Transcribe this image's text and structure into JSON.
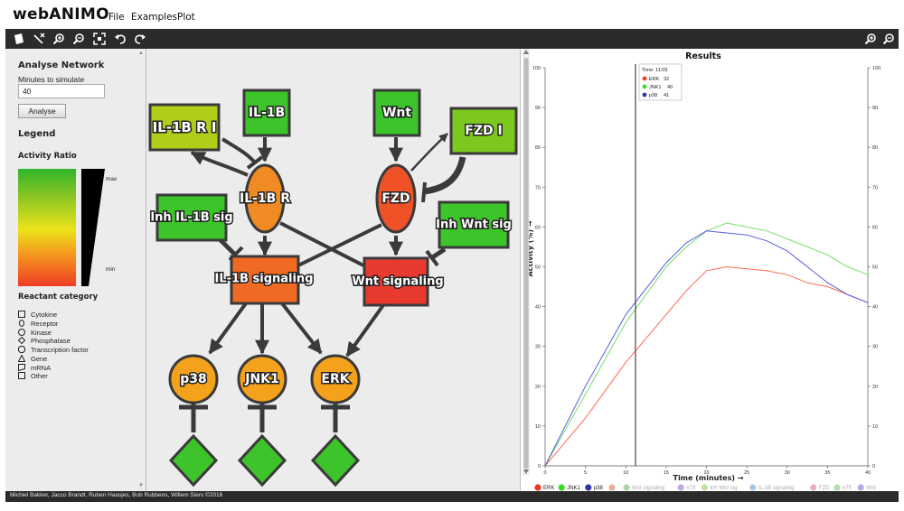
{
  "app": {
    "name": "webANIMO",
    "menus": [
      "File",
      "Examples",
      "Plot"
    ]
  },
  "toolbar": {
    "tools": [
      "new-node-icon",
      "new-edge-icon",
      "zoom-in-icon",
      "zoom-out-icon",
      "fit-icon",
      "undo-icon",
      "redo-icon"
    ],
    "right_tools": [
      "zoom-in-icon",
      "zoom-out-icon"
    ]
  },
  "left_panel": {
    "analyse_title": "Analyse Network",
    "minutes_label": "Minutes to simulate",
    "minutes_value": "40",
    "analyse_button": "Analyse",
    "legend_title": "Legend",
    "activity_ratio_title": "Activity Ratio",
    "ratio_max": "max",
    "ratio_min": "min",
    "reactant_category_title": "Reactant category",
    "categories": [
      {
        "label": "Cytokine",
        "icon": "square-icon"
      },
      {
        "label": "Receptor",
        "icon": "ellipse-icon"
      },
      {
        "label": "Kinase",
        "icon": "circle-icon"
      },
      {
        "label": "Phosphatase",
        "icon": "diamond-icon"
      },
      {
        "label": "Transcription factor",
        "icon": "octagon-icon"
      },
      {
        "label": "Gene",
        "icon": "triangle-icon"
      },
      {
        "label": "mRNA",
        "icon": "parallelogram-icon"
      },
      {
        "label": "Other",
        "icon": "square-icon"
      }
    ]
  },
  "network": {
    "nodes": [
      {
        "id": "il1b-r-i",
        "label": "IL-1B R I",
        "shape": "rect",
        "color": "#b2cc1a"
      },
      {
        "id": "il1b",
        "label": "IL-1B",
        "shape": "rect",
        "color": "#3cc42a"
      },
      {
        "id": "wnt",
        "label": "Wnt",
        "shape": "rect",
        "color": "#3cc42a"
      },
      {
        "id": "fzd-i",
        "label": "FZD I",
        "shape": "rect",
        "color": "#7cc81e"
      },
      {
        "id": "inh-il1b-sig",
        "label": "Inh IL-1B sig",
        "shape": "rect",
        "color": "#3cc42a"
      },
      {
        "id": "il1b-r",
        "label": "IL-1B R",
        "shape": "ellipse",
        "color": "#f08a22"
      },
      {
        "id": "fzd",
        "label": "FZD",
        "shape": "ellipse",
        "color": "#ee5226"
      },
      {
        "id": "inh-wnt-sig",
        "label": "Inh Wnt sig",
        "shape": "rect",
        "color": "#3cc42a"
      },
      {
        "id": "il1b-signaling",
        "label": "IL-1B signaling",
        "shape": "rect",
        "color": "#f06a23"
      },
      {
        "id": "wnt-signaling",
        "label": "Wnt signaling",
        "shape": "rect",
        "color": "#e93a2f"
      },
      {
        "id": "p38",
        "label": "p38",
        "shape": "circle",
        "color": "#f4a21c"
      },
      {
        "id": "jnk1",
        "label": "JNK1",
        "shape": "circle",
        "color": "#f4a21c"
      },
      {
        "id": "erk",
        "label": "ERK",
        "shape": "circle",
        "color": "#f4a21c"
      },
      {
        "id": "gene-1",
        "label": "",
        "shape": "diamond",
        "color": "#3cc42a"
      },
      {
        "id": "gene-2",
        "label": "",
        "shape": "diamond",
        "color": "#3cc42a"
      },
      {
        "id": "gene-3",
        "label": "",
        "shape": "diamond",
        "color": "#3cc42a"
      }
    ]
  },
  "results": {
    "title": "Results",
    "tooltip_time": "Time: 11:09",
    "tooltip_items": [
      {
        "label": "ERK",
        "value": "32",
        "color": "#ff3a1f"
      },
      {
        "label": "JNK1",
        "value": "40",
        "color": "#33dd33"
      },
      {
        "label": "p38",
        "value": "41",
        "color": "#3333aa"
      }
    ]
  },
  "chart_data": {
    "type": "line",
    "title": "Results",
    "xlabel": "Time (minutes) →",
    "ylabel": "Activity (%) →",
    "xlim": [
      0,
      40
    ],
    "ylim": [
      0,
      100
    ],
    "xticks": [
      0,
      5,
      10,
      15,
      20,
      25,
      30,
      35,
      40
    ],
    "yticks": [
      0,
      10,
      20,
      30,
      40,
      50,
      60,
      70,
      80,
      90,
      100
    ],
    "grid": false,
    "cursor_x": 11.2,
    "series": [
      {
        "name": "ERK",
        "color": "#ff6a50",
        "x": [
          0,
          5,
          10,
          15,
          17.5,
          20,
          22.5,
          25,
          27.5,
          30,
          32.5,
          35,
          37.5,
          40
        ],
        "y": [
          0,
          12,
          26,
          38,
          44,
          49,
          50,
          49.5,
          49,
          48,
          46,
          45,
          43,
          41
        ]
      },
      {
        "name": "JNK1",
        "color": "#77e066",
        "x": [
          0,
          5,
          10,
          15,
          17.5,
          20,
          22.5,
          25,
          27.5,
          30,
          32.5,
          35,
          37.5,
          40
        ],
        "y": [
          0,
          18,
          36,
          50,
          55,
          59,
          61,
          60,
          59,
          57,
          55,
          53,
          50,
          48
        ]
      },
      {
        "name": "p38",
        "color": "#5a5ae0",
        "x": [
          0,
          5,
          10,
          15,
          17.5,
          20,
          22.5,
          25,
          27.5,
          30,
          32.5,
          35,
          37.5,
          40
        ],
        "y": [
          0,
          20,
          38,
          51,
          56,
          59,
          58.5,
          58,
          56.5,
          54,
          50,
          46,
          43,
          41
        ]
      }
    ],
    "legend": [
      {
        "name": "ERK",
        "color": "#ee3322",
        "active": true
      },
      {
        "name": "JNK1",
        "color": "#33dd22",
        "active": true
      },
      {
        "name": "p38",
        "color": "#3333aa",
        "active": true
      },
      {
        "name": "",
        "color": "#e8b090",
        "active": false
      },
      {
        "name": "Wnt signaling",
        "color": "#a8d8a8",
        "active": false
      },
      {
        "name": "n73",
        "color": "#c0a8e0",
        "active": false
      },
      {
        "name": "Inh Wnt sig",
        "color": "#c0e0a0",
        "active": false
      },
      {
        "name": "IL-1B signaling",
        "color": "#a8c8e8",
        "active": false
      },
      {
        "name": "FZD",
        "color": "#e8b0c0",
        "active": false
      },
      {
        "name": "n75",
        "color": "#b0e0b0",
        "active": false
      },
      {
        "name": "Wnt",
        "color": "#b0b0e8",
        "active": false
      }
    ]
  },
  "footer": {
    "credits": "Michiel Bakker, Jacco Brandt, Ruben Haasjes, Bob Rubbens, Willem Siers ©2016"
  }
}
